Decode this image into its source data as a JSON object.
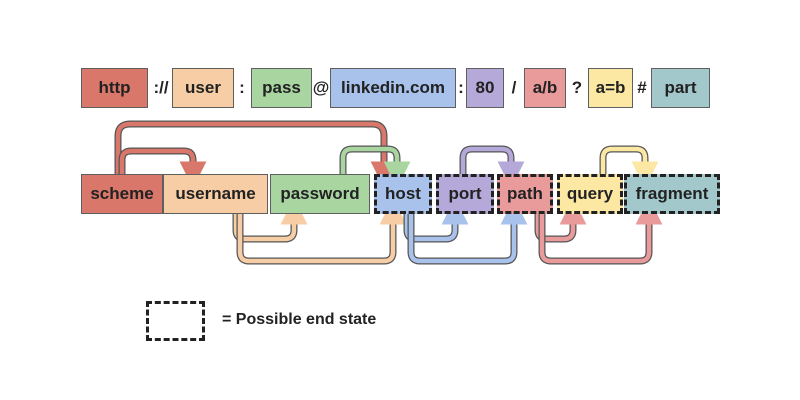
{
  "colors": {
    "red": "#d9776a",
    "orange": "#f6cda4",
    "green": "#a9d5a1",
    "blue": "#a8c2ec",
    "purple": "#b4a9d8",
    "pink": "#e99b9c",
    "yellow": "#fce8a3",
    "teal": "#a2c8cc"
  },
  "url_example": {
    "parts": [
      "http",
      "user",
      "pass",
      "linkedin.com",
      "80",
      "a/b",
      "a=b",
      "part"
    ],
    "separators": [
      "://",
      ":",
      "@",
      ":",
      "/",
      "?",
      "#"
    ]
  },
  "components": [
    "scheme",
    "username",
    "password",
    "host",
    "port",
    "path",
    "query",
    "fragment"
  ],
  "end_states": [
    "host",
    "port",
    "path",
    "query",
    "fragment"
  ],
  "legend": {
    "label": "= Possible end state"
  }
}
